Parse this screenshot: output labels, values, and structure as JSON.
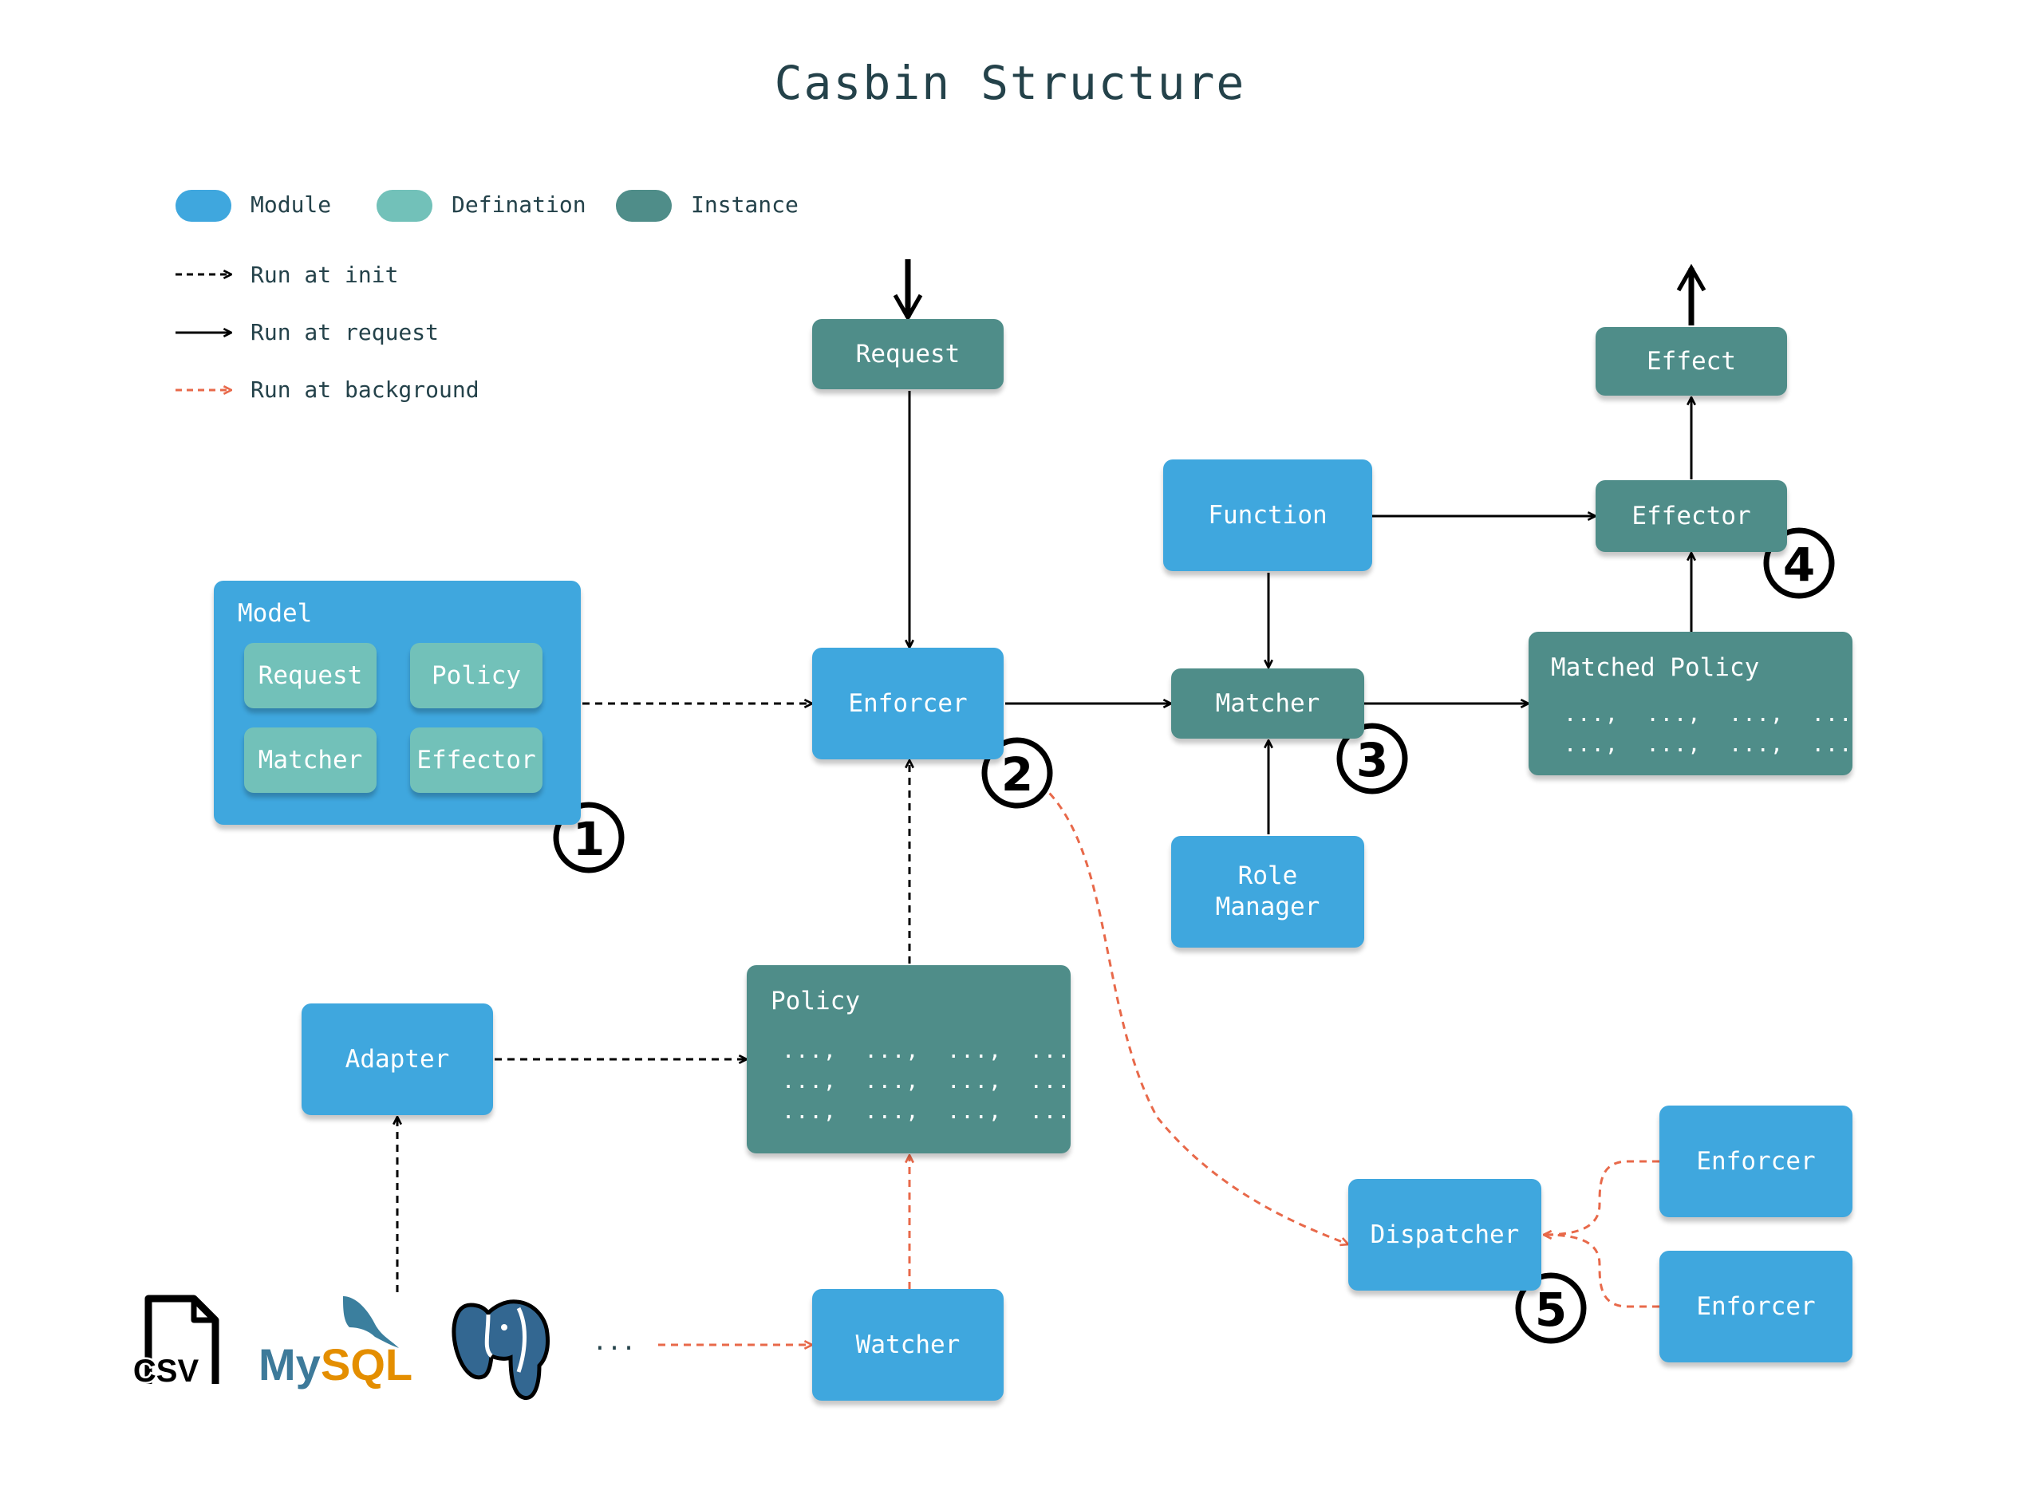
{
  "title": "Casbin Structure",
  "legend": {
    "module": "Module",
    "definition": "Defination",
    "instance": "Instance",
    "init": "Run at init",
    "request": "Run at request",
    "background": "Run at background"
  },
  "colors": {
    "module": "#3fa7de",
    "definition": "#72c1b9",
    "instance": "#4f8d89",
    "background_arrow": "#e8694a"
  },
  "nodes": {
    "model": {
      "title": "Model",
      "items": [
        "Request",
        "Policy",
        "Matcher",
        "Effector"
      ]
    },
    "request": "Request",
    "enforcer": "Enforcer",
    "function": "Function",
    "matcher": "Matcher",
    "role_manager": "Role\nManager",
    "effector": "Effector",
    "effect": "Effect",
    "matched_policy": {
      "title": "Matched Policy",
      "rows": [
        "...,  ...,  ...,  ...",
        "...,  ...,  ...,  ..."
      ]
    },
    "policy": {
      "title": "Policy",
      "rows": [
        "...,  ...,  ...,  ...",
        "...,  ...,  ...,  ...",
        "...,  ...,  ...,  ..."
      ]
    },
    "adapter": "Adapter",
    "watcher": "Watcher",
    "dispatcher": "Dispatcher",
    "enforcer_a": "Enforcer",
    "enforcer_b": "Enforcer"
  },
  "badges": [
    "1",
    "2",
    "3",
    "4",
    "5"
  ],
  "sources": {
    "csv": "CSV",
    "mysql_my": "My",
    "mysql_sql": "SQL",
    "more": "..."
  }
}
